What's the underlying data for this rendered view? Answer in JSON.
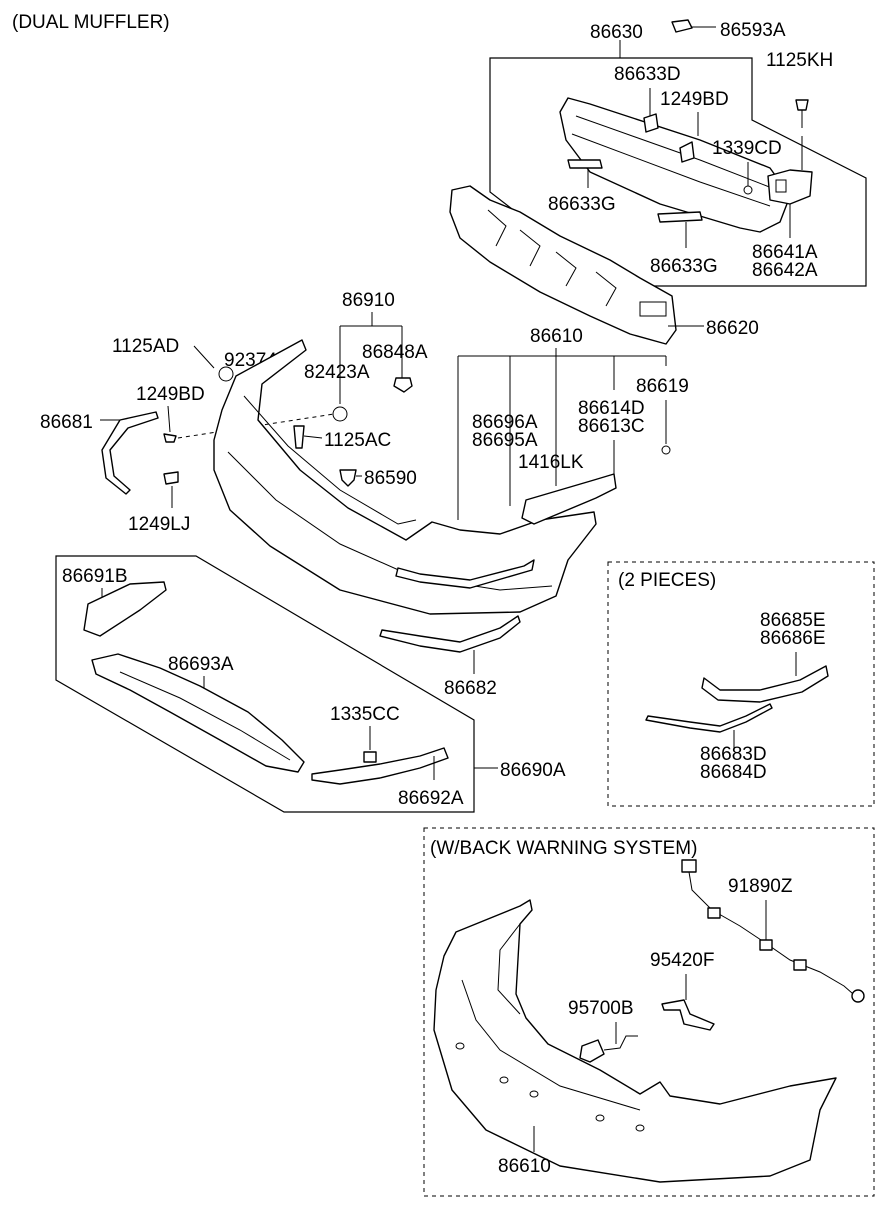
{
  "headers": {
    "dual_muffler": "(DUAL MUFFLER)",
    "two_pieces": "(2 PIECES)",
    "back_warning": "(W/BACK WARNING SYSTEM)"
  },
  "labels": {
    "p86630": "86630",
    "p86593A": "86593A",
    "p1125KH": "1125KH",
    "p86633D": "86633D",
    "p1249BD_top": "1249BD",
    "p1339CD": "1339CD",
    "p86633G_a": "86633G",
    "p86633G_b": "86633G",
    "p86641A": "86641A",
    "p86642A": "86642A",
    "p86620": "86620",
    "p86910": "86910",
    "p92374": "92374",
    "p1125AD": "1125AD",
    "p86848A": "86848A",
    "p82423A": "82423A",
    "p1249BD": "1249BD",
    "p86681": "86681",
    "p1125AC": "1125AC",
    "p86590": "86590",
    "p1249LJ": "1249LJ",
    "p86610": "86610",
    "p86619": "86619",
    "p86696A": "86696A",
    "p86695A": "86695A",
    "p86614D": "86614D",
    "p86613C": "86613C",
    "p1416LK": "1416LK",
    "p86691B": "86691B",
    "p86693A": "86693A",
    "p1335CC": "1335CC",
    "p86692A": "86692A",
    "p86690A": "86690A",
    "p86682": "86682",
    "p86685E": "86685E",
    "p86686E": "86686E",
    "p86683D": "86683D",
    "p86684D": "86684D",
    "p91890Z": "91890Z",
    "p95420F": "95420F",
    "p95700B": "95700B",
    "p86610_b": "86610"
  }
}
